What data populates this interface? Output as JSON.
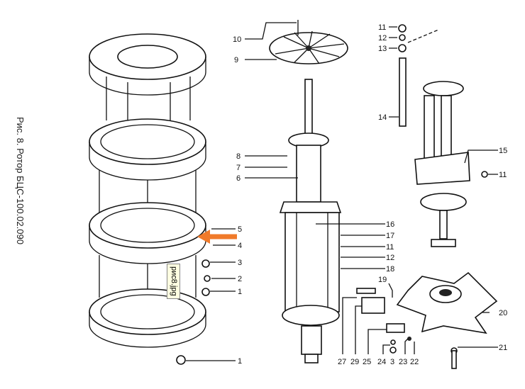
{
  "caption": "Рис. 8. Ротор БЦС-100.02.090",
  "tooltip": "рис8.jpg",
  "arrow_color": "#f07a2a",
  "labels": {
    "left": [
      "5",
      "4",
      "3",
      "2",
      "1",
      "1"
    ],
    "middle_top": [
      "10",
      "9",
      "8",
      "7",
      "6"
    ],
    "right_top": [
      "11",
      "12",
      "13",
      "14",
      "15",
      "11"
    ],
    "middle_right": [
      "16",
      "17",
      "11",
      "12",
      "18",
      "19",
      "20",
      "21"
    ],
    "bottom": [
      "27",
      "29",
      "25",
      "24",
      "3",
      "23",
      "22"
    ]
  }
}
